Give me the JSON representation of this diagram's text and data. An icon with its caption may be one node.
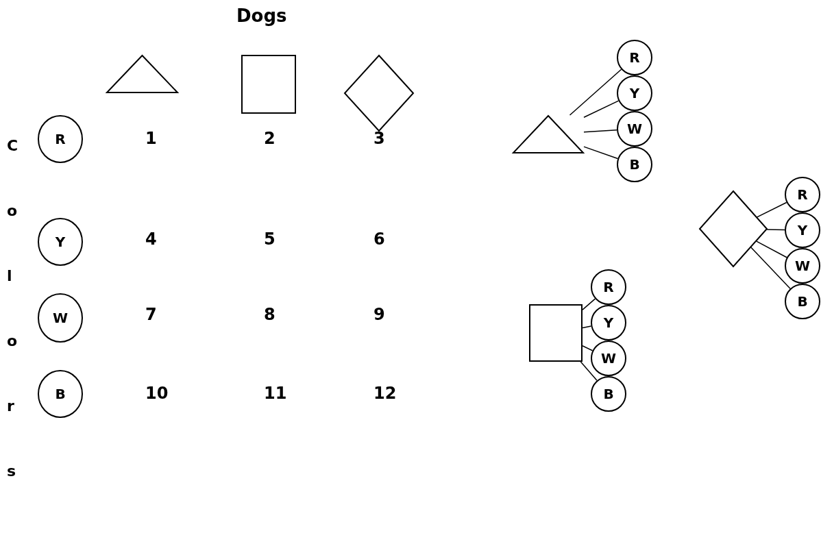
{
  "diagram": {
    "title": "Dogs",
    "nodes": [
      {
        "text": [],
        "shape": "triangle"
      },
      {
        "text": [],
        "shape": "box"
      },
      {
        "text": [],
        "shape": "diamond"
      },
      {
        "text": [
          "R"
        ]
      },
      {
        "text": [
          "Y"
        ]
      },
      {
        "text": [
          "W"
        ]
      },
      {
        "text": [
          "B"
        ]
      },
      {
        "text": [],
        "shape": "triangle"
      },
      {
        "text": [
          "R"
        ]
      },
      {
        "text": [
          "Y"
        ]
      },
      {
        "text": [
          "W"
        ]
      },
      {
        "text": [
          "B"
        ]
      },
      {
        "text": [],
        "shape": "diamond"
      },
      {
        "text": [
          "R"
        ]
      },
      {
        "text": [
          "Y"
        ]
      },
      {
        "text": [
          "W"
        ]
      },
      {
        "text": [
          "B"
        ]
      },
      {
        "text": [],
        "shape": "box"
      },
      {
        "text": [
          "R"
        ]
      },
      {
        "text": [
          "Y"
        ]
      },
      {
        "text": [
          "W"
        ]
      },
      {
        "text": [
          "B"
        ]
      }
    ],
    "edges": [
      {
        "from": 7,
        "to": 8,
        "arrow": "none"
      },
      {
        "from": 7,
        "to": 9,
        "arrow": "none"
      },
      {
        "from": 7,
        "to": 10,
        "arrow": "none"
      },
      {
        "from": 7,
        "to": 11,
        "arrow": "none"
      },
      {
        "from": 12,
        "to": 13,
        "arrow": "none"
      },
      {
        "from": 12,
        "to": 14,
        "arrow": "none"
      },
      {
        "from": 12,
        "to": 15,
        "arrow": "none"
      },
      {
        "from": 12,
        "to": 16,
        "arrow": "none"
      },
      {
        "from": 17,
        "to": 18,
        "arrow": "none"
      },
      {
        "from": 17,
        "to": 19,
        "arrow": "none"
      },
      {
        "from": 17,
        "to": 20,
        "arrow": "none"
      },
      {
        "from": 17,
        "to": 21,
        "arrow": "none"
      }
    ],
    "labels": [
      "Colors",
      "1",
      "2",
      "3",
      "4",
      "5",
      "6",
      "7",
      "8",
      "9",
      "10",
      "11",
      "12"
    ]
  }
}
